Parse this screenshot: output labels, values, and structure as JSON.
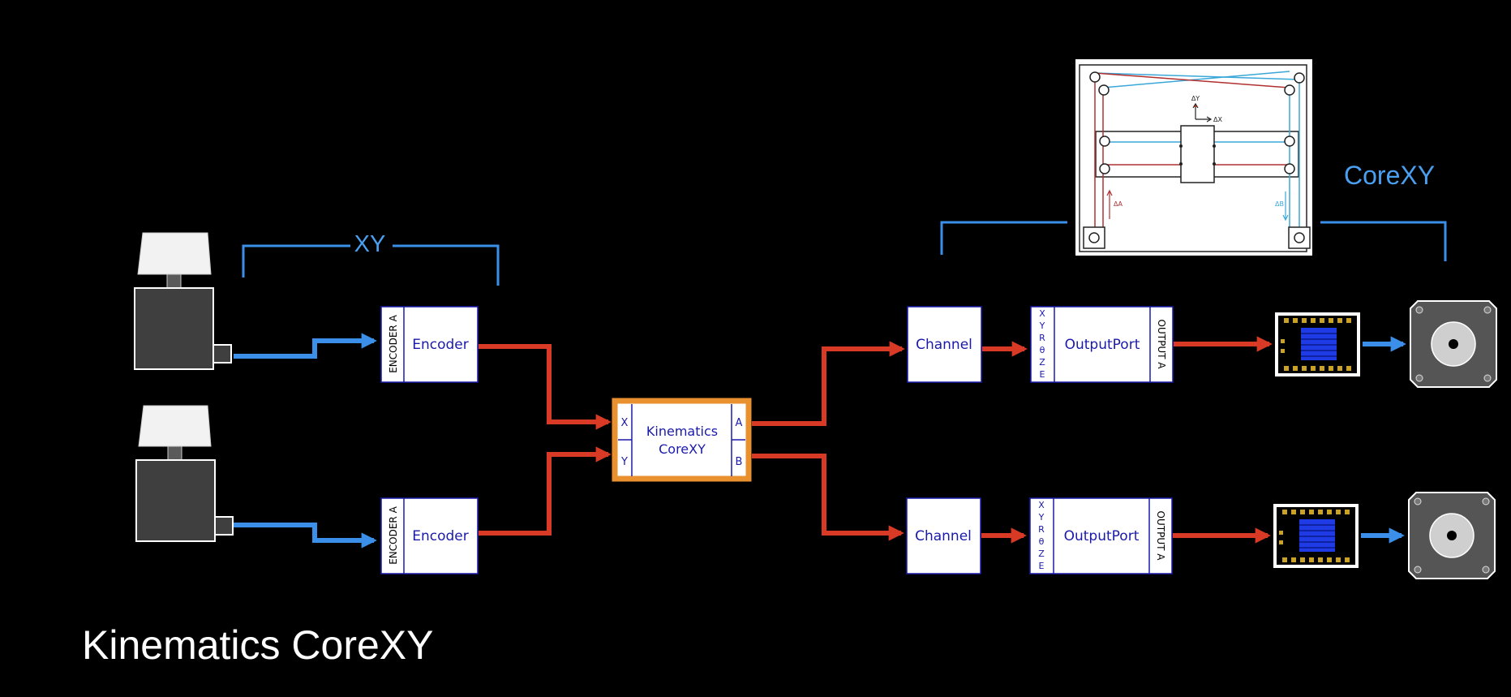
{
  "title": "Kinematics CoreXY",
  "groups": {
    "xy": "XY",
    "corexy": "CoreXY"
  },
  "encoders": [
    {
      "side_label": "ENCODER A",
      "label": "Encoder"
    },
    {
      "side_label": "ENCODER A",
      "label": "Encoder"
    }
  ],
  "kinematics": {
    "label_line1": "Kinematics",
    "label_line2": "CoreXY",
    "inputs": [
      "X",
      "Y"
    ],
    "outputs": [
      "A",
      "B"
    ]
  },
  "channels": [
    {
      "label": "Channel"
    },
    {
      "label": "Channel"
    }
  ],
  "output_ports": [
    {
      "axes": [
        "X",
        "Y",
        "R",
        "θ",
        "Z",
        "E"
      ],
      "label": "OutputPort",
      "side_label": "OUTPUT A"
    },
    {
      "axes": [
        "X",
        "Y",
        "R",
        "θ",
        "Z",
        "E"
      ],
      "label": "OutputPort",
      "side_label": "OUTPUT A"
    }
  ],
  "inset": {
    "delta_y": "ΔY",
    "delta_x": "ΔX",
    "delta_a": "ΔA",
    "delta_b": "ΔB"
  },
  "colors": {
    "signal": "#d93a26",
    "motion": "#3b8fe8",
    "kinematics_border": "#e8912e",
    "label_blue": "#4a9ff0",
    "block_text": "#1a1aaa"
  }
}
